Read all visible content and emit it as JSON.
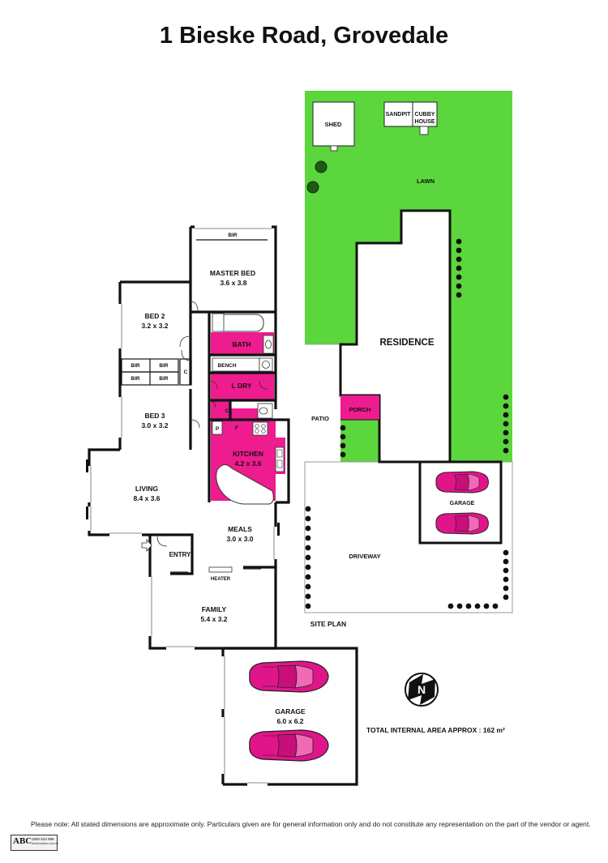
{
  "title": "1 Bieske Road, Grovedale",
  "rooms": {
    "master_bed": {
      "name": "MASTER BED",
      "dims": "3.6 x 3.8"
    },
    "bed2": {
      "name": "BED 2",
      "dims": "3.2 x 3.2"
    },
    "bed3": {
      "name": "BED 3",
      "dims": "3.0 x 3.2"
    },
    "bath": {
      "name": "BATH"
    },
    "ldry": {
      "name": "L DRY"
    },
    "kitchen": {
      "name": "KITCHEN",
      "dims": "4.2 x 3.6"
    },
    "living": {
      "name": "LIVING",
      "dims": "8.4 x 3.6"
    },
    "meals": {
      "name": "MEALS",
      "dims": "3.0 x 3.0"
    },
    "entry": {
      "name": "ENTRY"
    },
    "family": {
      "name": "FAMILY",
      "dims": "5.4 x 3.2"
    },
    "garage": {
      "name": "GARAGE",
      "dims": "6.0 x 6.2"
    }
  },
  "fixtures": {
    "bir": "BIR",
    "cupboard": "C",
    "bench": "BENCH",
    "pantry": "P",
    "fridge": "F",
    "heater": "HEATER"
  },
  "site_plan": {
    "label": "SITE PLAN",
    "shed": "SHED",
    "sandpit": "SANDPIT",
    "cubby_line1": "CUBBY",
    "cubby_line2": "HOUSE",
    "lawn": "LAWN",
    "residence": "RESIDENCE",
    "patio": "PATIO",
    "porch": "PORCH",
    "garage": "GARAGE",
    "driveway": "DRIVEWAY"
  },
  "total_area": "TOTAL INTERNAL AREA APPROX : 162 m²",
  "compass_letter": "N",
  "disclaimer": "Please note: All stated dimensions are approximate only. Particulars given are for general information only and do not constitute any representation on the part of the vendor or agent.",
  "logo": {
    "text": "ABC",
    "phone": "1800 623 998",
    "web": "abcfloorplans.com.au"
  },
  "colors": {
    "highlight": "#ee1c8e",
    "lawn": "#5bd63c",
    "wall": "#111111",
    "car": "#e0158a"
  }
}
